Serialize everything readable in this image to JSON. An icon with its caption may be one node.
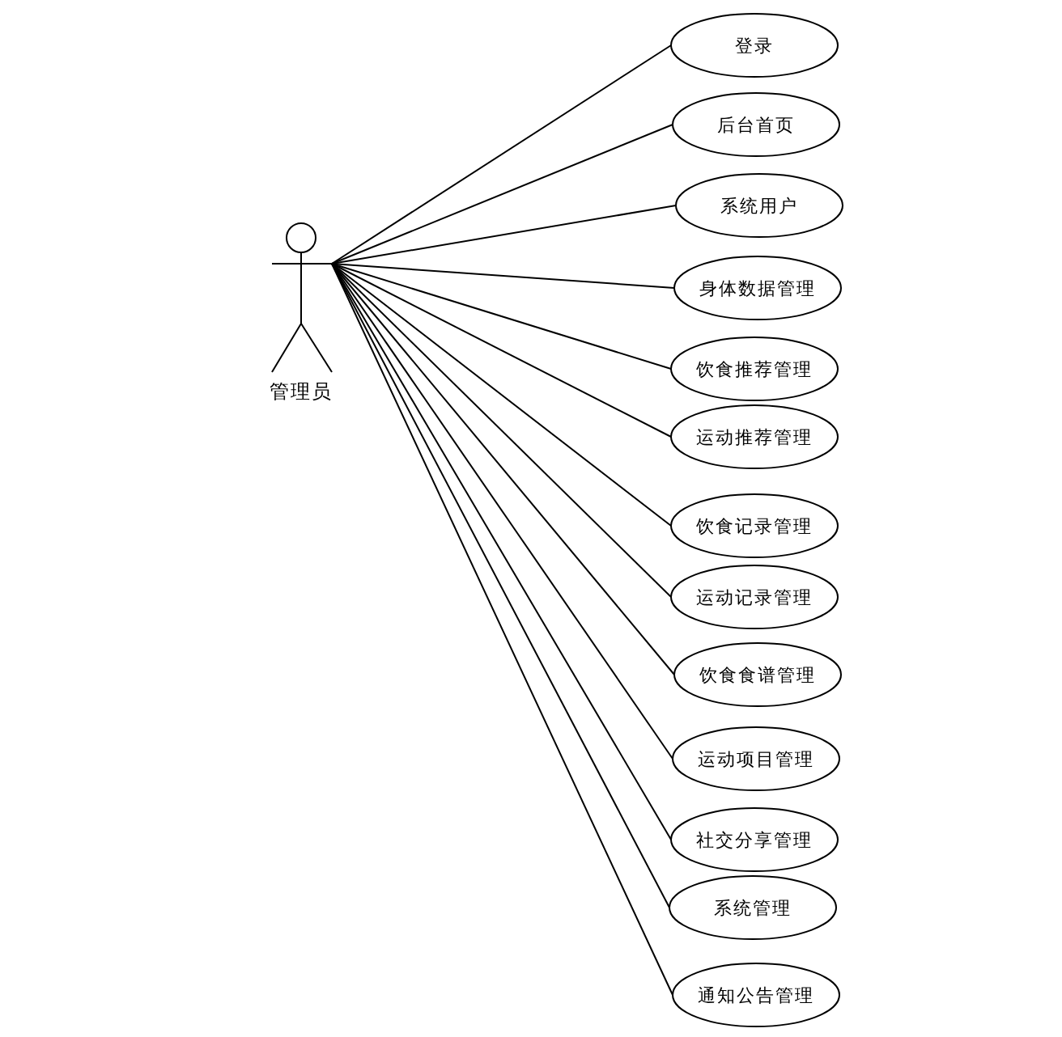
{
  "diagram": {
    "nodes": [
      {
        "text": [
          "管理员"
        ]
      },
      {
        "text": [
          "登录"
        ]
      },
      {
        "text": [
          "后台首页"
        ]
      },
      {
        "text": [
          "系统用户"
        ]
      },
      {
        "text": [
          "身体数据管理"
        ]
      },
      {
        "text": [
          "饮食推荐管理"
        ]
      },
      {
        "text": [
          "运动推荐管理"
        ]
      },
      {
        "text": [
          "饮食记录管理"
        ]
      },
      {
        "text": [
          "运动记录管理"
        ]
      },
      {
        "text": [
          "饮食食谱管理"
        ]
      },
      {
        "text": [
          "运动项目管理"
        ]
      },
      {
        "text": [
          "社交分享管理"
        ]
      },
      {
        "text": [
          "系统管理"
        ]
      },
      {
        "text": [
          "通知公告管理"
        ]
      }
    ],
    "edges": [
      {
        "from": 0,
        "to": 1,
        "arrow": "none"
      },
      {
        "from": 0,
        "to": 2,
        "arrow": "none"
      },
      {
        "from": 0,
        "to": 3,
        "arrow": "none"
      },
      {
        "from": 0,
        "to": 4,
        "arrow": "none"
      },
      {
        "from": 0,
        "to": 5,
        "arrow": "none"
      },
      {
        "from": 0,
        "to": 6,
        "arrow": "none"
      },
      {
        "from": 0,
        "to": 7,
        "arrow": "none"
      },
      {
        "from": 0,
        "to": 8,
        "arrow": "none"
      },
      {
        "from": 0,
        "to": 9,
        "arrow": "none"
      },
      {
        "from": 0,
        "to": 10,
        "arrow": "none"
      },
      {
        "from": 0,
        "to": 11,
        "arrow": "none"
      },
      {
        "from": 0,
        "to": 12,
        "arrow": "none"
      },
      {
        "from": 0,
        "to": 13,
        "arrow": "none"
      }
    ]
  }
}
